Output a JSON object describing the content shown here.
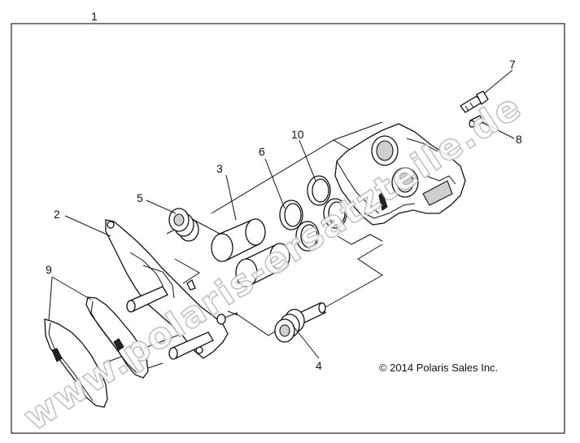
{
  "diagram": {
    "frame_label": "1",
    "callouts": [
      {
        "label": "2"
      },
      {
        "label": "3"
      },
      {
        "label": "4"
      },
      {
        "label": "5"
      },
      {
        "label": "6"
      },
      {
        "label": "7"
      },
      {
        "label": "8"
      },
      {
        "label": "9"
      },
      {
        "label": "10"
      }
    ],
    "copyright": "© 2014 Polaris Sales Inc.",
    "watermark": "www.polaris-ersatzteile.de"
  }
}
